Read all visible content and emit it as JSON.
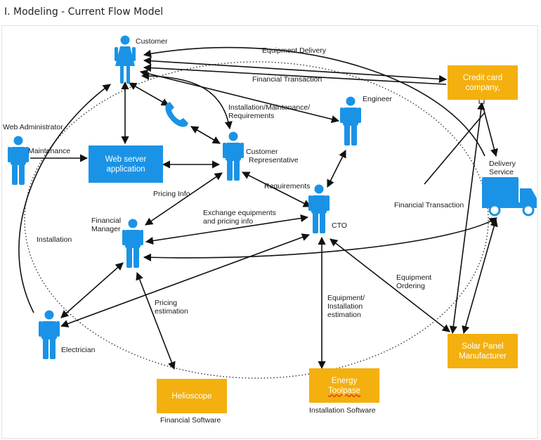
{
  "page": {
    "title": "I. Modeling - Current Flow Model"
  },
  "actors": {
    "customer": "Customer",
    "web_admin": "Web Administrator",
    "engineer": "Engineer",
    "customer_rep": "Customer\nRepresentative",
    "cto": "CTO",
    "financial_manager": "Financial\nManager",
    "electrician": "Electrician",
    "delivery": "Delivery\nService"
  },
  "systems": {
    "web_server": "Web server\napplication",
    "credit_card": "Credit card\ncompany,",
    "solar_panel": "Solar Panel\nManufacturer",
    "helioscope": "Helioscope",
    "energy_toolbase": [
      "Energy",
      "Toolpase"
    ],
    "installation_software": "Installation Software",
    "financial_software": "Financial Software"
  },
  "flows": {
    "equipment_delivery": "Equipment Delivery",
    "financial_transaction_top": "Financial Transaction",
    "installation_requirements": "Installation/Maintenance/\nRequirements",
    "maintenance": "Maintenance",
    "pricing_info": "Pricing Info",
    "requirements": "Requirements",
    "financial_transaction_right": "Financial Transaction",
    "exchange": "Exchange equipments\nand pricing info",
    "installation": "Installation",
    "equipment_ordering": "Equipment\nOrdering",
    "pricing_estimation": "Pricing\nestimation",
    "equipment_installation_estimation": "Equipment/\nInstallation\nestimation"
  },
  "colors": {
    "accent_blue": "#1a93e6",
    "accent_orange": "#f3b00e",
    "line": "#111111"
  }
}
